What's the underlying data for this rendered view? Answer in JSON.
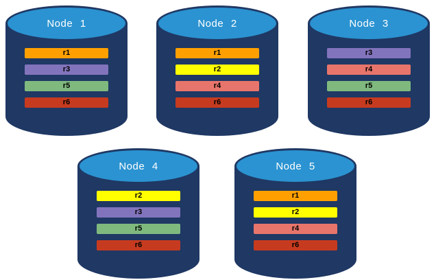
{
  "colors": {
    "cylinder_body": "#1F3864",
    "cylinder_top": "#2B93D1",
    "r1": "#FFA000",
    "r2": "#FFFF00",
    "r3": "#8274BC",
    "r4": "#E8756B",
    "r5": "#7FB97E",
    "r6": "#C63B1F"
  },
  "nodes": [
    {
      "label": "Node 1",
      "rows": [
        {
          "label": "r1",
          "color": "#FFA000"
        },
        {
          "label": "r3",
          "color": "#8274BC"
        },
        {
          "label": "r5",
          "color": "#7FB97E"
        },
        {
          "label": "r6",
          "color": "#C63B1F"
        }
      ]
    },
    {
      "label": "Node 2",
      "rows": [
        {
          "label": "r1",
          "color": "#FFA000"
        },
        {
          "label": "r2",
          "color": "#FFFF00"
        },
        {
          "label": "r4",
          "color": "#E8756B"
        },
        {
          "label": "r6",
          "color": "#C63B1F"
        }
      ]
    },
    {
      "label": "Node 3",
      "rows": [
        {
          "label": "r3",
          "color": "#8274BC"
        },
        {
          "label": "r4",
          "color": "#E8756B"
        },
        {
          "label": "r5",
          "color": "#7FB97E"
        },
        {
          "label": "r6",
          "color": "#C63B1F"
        }
      ]
    },
    {
      "label": "Node 4",
      "rows": [
        {
          "label": "r2",
          "color": "#FFFF00"
        },
        {
          "label": "r3",
          "color": "#8274BC"
        },
        {
          "label": "r5",
          "color": "#7FB97E"
        },
        {
          "label": "r6",
          "color": "#C63B1F"
        }
      ]
    },
    {
      "label": "Node 5",
      "rows": [
        {
          "label": "r1",
          "color": "#FFA000"
        },
        {
          "label": "r2",
          "color": "#FFFF00"
        },
        {
          "label": "r4",
          "color": "#E8756B"
        },
        {
          "label": "r6",
          "color": "#C63B1F"
        }
      ]
    }
  ]
}
